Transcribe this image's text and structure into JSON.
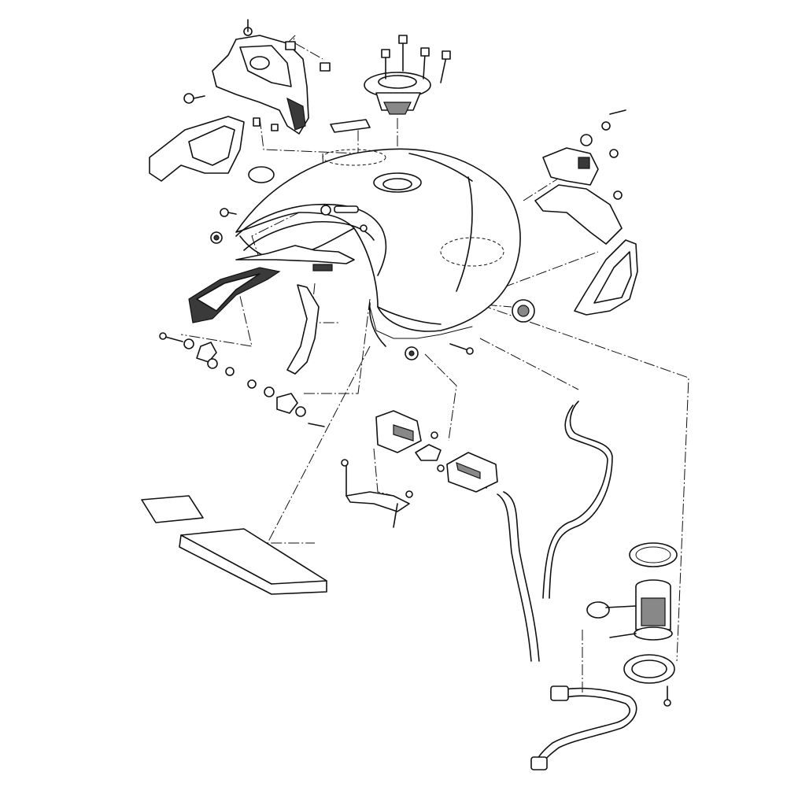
{
  "diagram": {
    "parts": [
      "fuel-tank",
      "fuel-cap-assembly",
      "front-tank-cover",
      "left-side-cover",
      "right-side-cover",
      "rear-bracket",
      "left-tank-rail",
      "side-stay",
      "canister",
      "relay-box",
      "mounting-bracket",
      "breather-hose",
      "drain-hose",
      "fuel-pump-assembly",
      "fuel-pump-gasket",
      "fuel-pump-plate",
      "fuel-level-sender",
      "fuel-feed-hose",
      "seat-pad-large",
      "seat-pad-small",
      "emblem"
    ]
  }
}
